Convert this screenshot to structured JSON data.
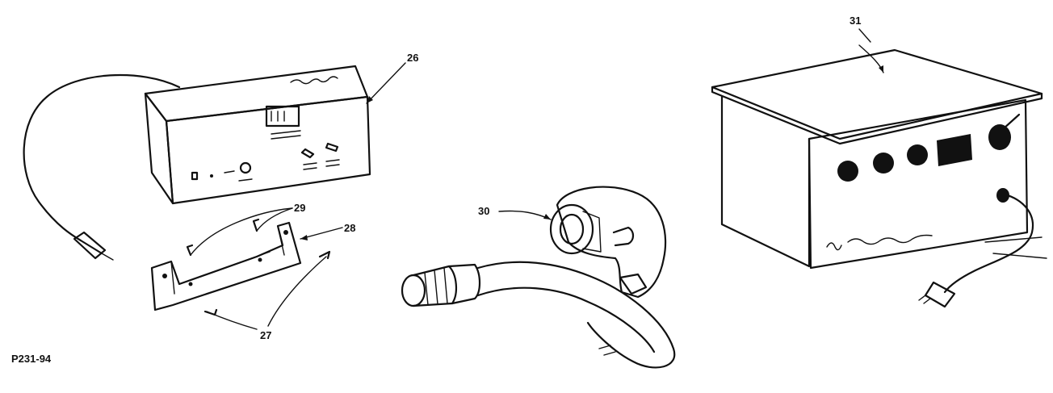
{
  "figure_id": "P231-94",
  "callouts": {
    "c26": "26",
    "c27": "27",
    "c28": "28",
    "c29": "29",
    "c30": "30",
    "c31": "31"
  },
  "colors": {
    "ink": "#111111",
    "paper": "#ffffff"
  }
}
